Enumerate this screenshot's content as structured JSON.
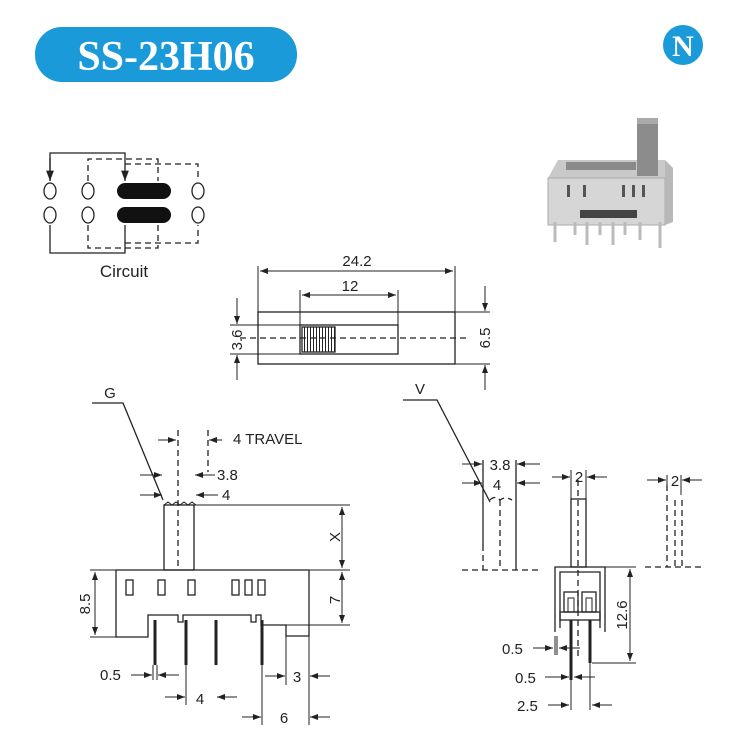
{
  "header": {
    "title": "SS-23H06",
    "logo_letter": "N",
    "brand_color": "#1a9ad8"
  },
  "circuit": {
    "label": "Circuit"
  },
  "top_view": {
    "overall_length": "24.2",
    "slot_length": "12",
    "slot_width": "3.6",
    "body_width": "6.5"
  },
  "side_view": {
    "leader": "G",
    "travel": "4 TRAVEL",
    "actuator_38": "3.8",
    "actuator_4": "4",
    "actuator_height": "X",
    "body_height": "7",
    "total_height": "8.5",
    "pin_width": "0.5",
    "pin_pitch": "4",
    "edge_3": "3",
    "edge_6": "6"
  },
  "end_view": {
    "leader": "V",
    "dim_38": "3.8",
    "dim_4": "4",
    "actuator_width": "2",
    "actuator_width_right": "2",
    "height": "12.6",
    "wall": "0.5",
    "pin": "0.5",
    "pin_spacing": "2.5"
  }
}
